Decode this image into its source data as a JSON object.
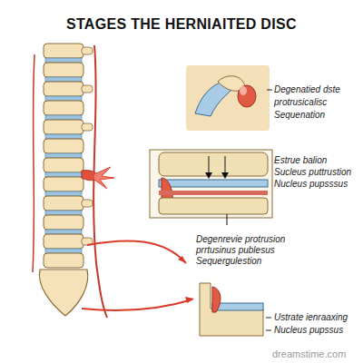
{
  "diagram": {
    "title": "STAGES THE HERNIAITED DISC",
    "labels": [
      "Degenatied dste",
      "protrusicalisc",
      "Sequenation",
      "Estrue balion",
      "Sucleus puttrustion",
      "Nucleus pupsssus",
      "Degenrevie protrusion",
      "prrtusinus publesus",
      "Sequergulestion",
      "Ustrate ienraaxing",
      "Nucleus pupssus",
      "dreamstime.com"
    ]
  }
}
